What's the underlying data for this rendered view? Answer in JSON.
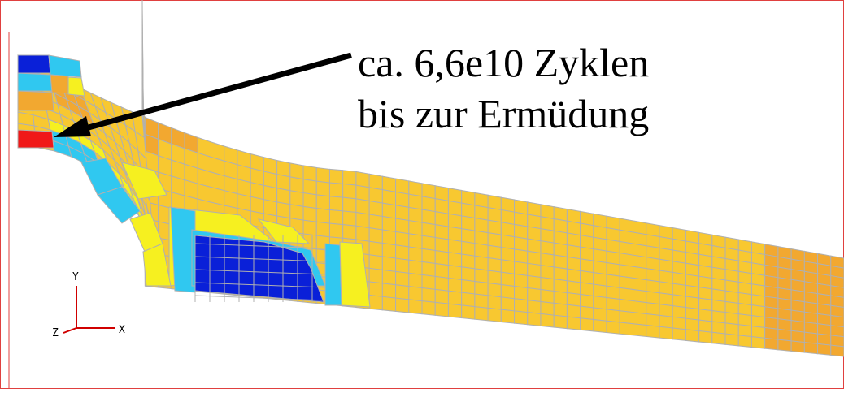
{
  "annotation": {
    "line1": "ca. 6,6e10 Zyklen",
    "line2": "bis zur Ermüdung"
  },
  "triad": {
    "y_label": "Y",
    "x_label": "X",
    "z_label": "Z"
  },
  "colors": {
    "frame": "#e0403f",
    "mesh_line": "#b0b0b0",
    "arrow": "#000000",
    "triad": "#d00000",
    "fringe_base": "#f8c830",
    "fringe_orange": "#f2a830",
    "fringe_yellow": "#f6f020",
    "fringe_lightblue": "#30c8f0",
    "fringe_blue": "#0a20d8",
    "fringe_red": "#f01818"
  }
}
